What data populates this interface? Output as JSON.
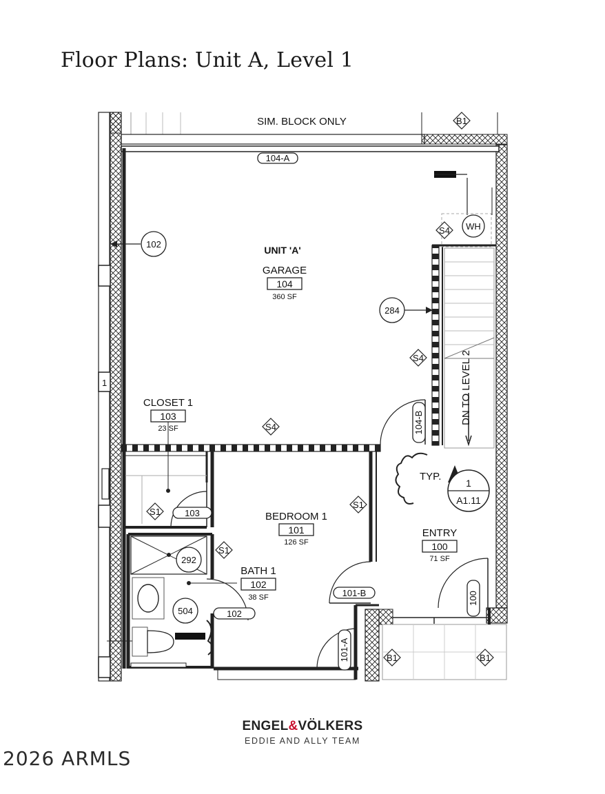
{
  "title": "Floor Plans: Unit A, Level 1",
  "notes": {
    "sim_block": "SIM. BLOCK ONLY",
    "unit": "UNIT 'A'",
    "stair": "DN TO LEVEL 2",
    "typ": "TYP."
  },
  "rooms": {
    "garage": {
      "name": "GARAGE",
      "number": "104",
      "area": "360 SF"
    },
    "closet": {
      "name": "CLOSET 1",
      "number": "103",
      "area": "23 SF"
    },
    "bedroom": {
      "name": "BEDROOM 1",
      "number": "101",
      "area": "126 SF"
    },
    "bath": {
      "name": "BATH 1",
      "number": "102",
      "area": "38 SF"
    },
    "entry": {
      "name": "ENTRY",
      "number": "100",
      "area": "71 SF"
    }
  },
  "doors": {
    "d104a": "104-A",
    "d104b": "104-B",
    "d103": "103",
    "d102": "102",
    "d101a": "101-A",
    "d101b": "101-B",
    "d100": "100"
  },
  "tags": {
    "c102": "102",
    "c284": "284",
    "c292": "292",
    "c504": "504",
    "wh": "WH",
    "s4": "S4",
    "s1": "S1",
    "b1": "B1",
    "edge": "1"
  },
  "section_marker": {
    "number": "1",
    "sheet": "A1.11"
  },
  "branding": {
    "brand_left": "ENGEL",
    "brand_amp": "&",
    "brand_right": "VÖLKERS",
    "team": "EDDIE AND ALLY TEAM"
  },
  "copyright": "2026 ARMLS"
}
